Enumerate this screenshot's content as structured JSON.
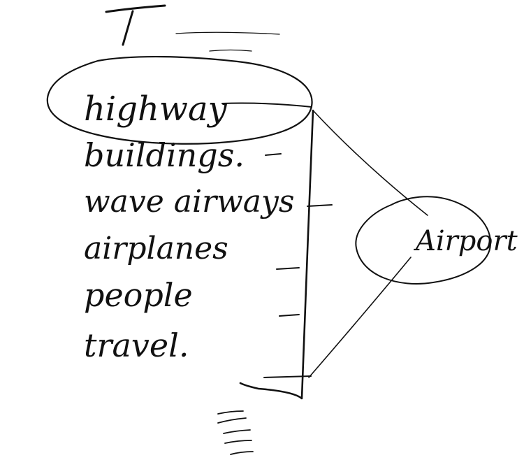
{
  "diagram": {
    "top_mark": "T",
    "central_node": "Airport",
    "list_items": [
      "highway",
      "buildings.",
      "wave airways",
      "airplanes",
      "people",
      "travel."
    ],
    "colors": {
      "ink": "#111111",
      "paper": "#ffffff"
    }
  }
}
